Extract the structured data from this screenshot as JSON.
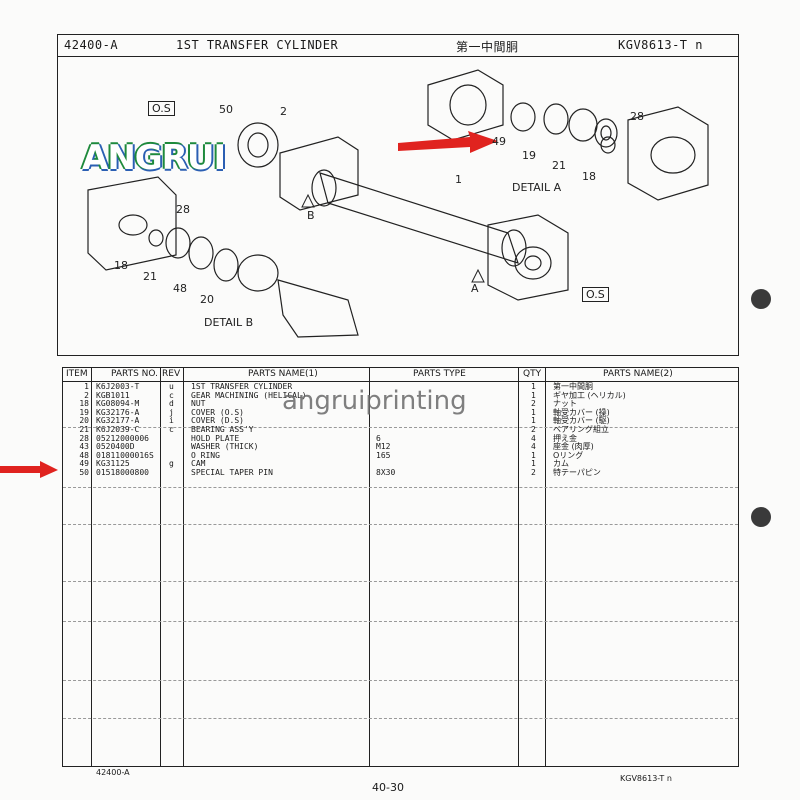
{
  "header": {
    "code": "42400-A",
    "title": "1ST TRANSFER CYLINDER",
    "title_jp": "第一中間胴",
    "model": "KGV8613-T n"
  },
  "diagram": {
    "os_top_left": "O.S",
    "os_bottom_right": "O.S",
    "detail_a": "DETAIL A",
    "detail_b": "DETAIL B",
    "callouts": [
      "50",
      "2",
      "28",
      "18",
      "21",
      "48",
      "20",
      "1",
      "B",
      "A",
      "49",
      "19",
      "21",
      "18",
      "28"
    ]
  },
  "logo": "ANGRUI",
  "watermark": "angruiprinting",
  "table": {
    "headers": {
      "item": "ITEM",
      "parts_no": "PARTS NO.",
      "rev": "REV",
      "name1": "PARTS NAME(1)",
      "type": "PARTS TYPE",
      "qty": "QTY",
      "name2": "PARTS NAME(2)"
    },
    "rows": [
      {
        "item": "1",
        "no": "K6J2003-T",
        "rev": "u",
        "name1": "1ST TRANSFER CYLINDER",
        "type": "",
        "qty": "1",
        "name2": "第一中間胴"
      },
      {
        "item": "2",
        "no": "KGB1011",
        "rev": "c",
        "name1": "GEAR MACHINING (HELICAL)",
        "type": "",
        "qty": "1",
        "name2": "ギヤ加工 (ヘリカル)"
      },
      {
        "item": "18",
        "no": "KG08094-M",
        "rev": "d",
        "name1": "NUT",
        "type": "",
        "qty": "2",
        "name2": "ナット"
      },
      {
        "item": "19",
        "no": "KG32176-A",
        "rev": "j",
        "name1": "COVER (O.S)",
        "type": "",
        "qty": "1",
        "name2": "軸受カバー (操)"
      },
      {
        "item": "20",
        "no": "KG32177-A",
        "rev": "i",
        "name1": "COVER (D.S)",
        "type": "",
        "qty": "1",
        "name2": "軸受カバー (駆)"
      },
      {
        "item": "21",
        "no": "K6J2039-C",
        "rev": "c",
        "name1": "BEARING ASS'Y",
        "type": "",
        "qty": "2",
        "name2": "ベアリング組立"
      },
      {
        "item": "28",
        "no": "05212000006",
        "rev": "",
        "name1": "HOLD PLATE",
        "type": "6",
        "qty": "4",
        "name2": "押え金"
      },
      {
        "item": "43",
        "no": "0520400D",
        "rev": "",
        "name1": "WASHER (THICK)",
        "type": "M12",
        "qty": "4",
        "name2": "座金 (肉厚)"
      },
      {
        "item": "48",
        "no": "01811000016S",
        "rev": "",
        "name1": "O RING",
        "type": "165",
        "qty": "1",
        "name2": "Oリング"
      },
      {
        "item": "49",
        "no": "KG31125",
        "rev": "g",
        "name1": "CAM",
        "type": "",
        "qty": "1",
        "name2": "カム"
      },
      {
        "item": "50",
        "no": "01518000800",
        "rev": "",
        "name1": "SPECIAL TAPER PIN",
        "type": "8X30",
        "qty": "2",
        "name2": "特テーパピン"
      }
    ]
  },
  "footer": {
    "left": "42400-A",
    "center": "40-30",
    "right": "KGV8613-T n"
  },
  "colors": {
    "ink": "#1a1a1a",
    "arrow": "#e0231f",
    "logo_green": "#1e8a3c",
    "logo_blue": "#2b5fb3"
  }
}
